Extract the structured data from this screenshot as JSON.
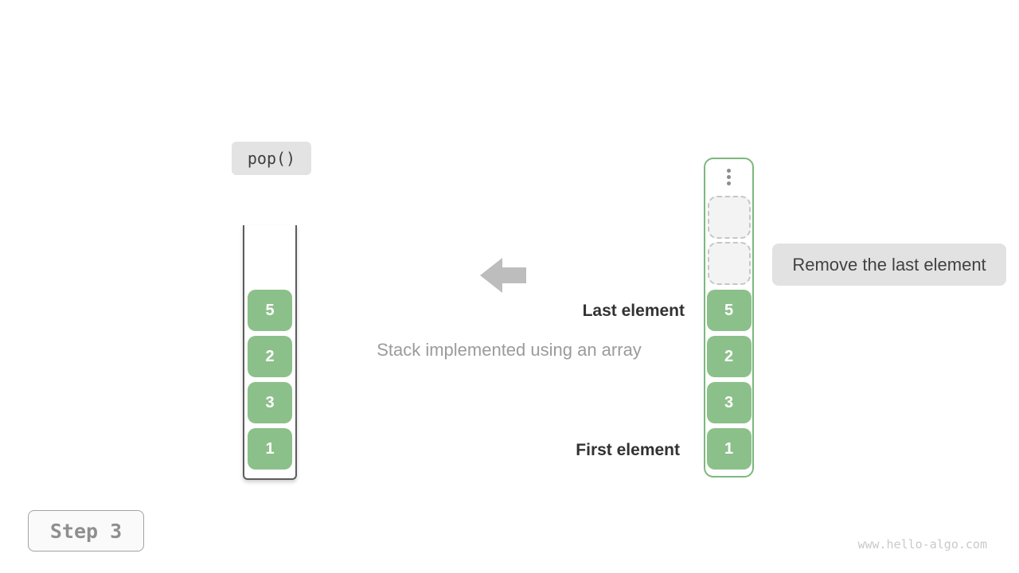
{
  "labels": {
    "operation": "pop()",
    "annotation": "Remove the last element",
    "last_element": "Last element",
    "first_element": "First element",
    "caption": "Stack implemented using an array",
    "step": "Step 3",
    "watermark": "www.hello-algo.com"
  },
  "stacks": {
    "left": {
      "values": [
        "5",
        "2",
        "3",
        "1"
      ]
    },
    "right": {
      "empty_slot_count": 2,
      "values": [
        "5",
        "2",
        "3",
        "1"
      ]
    }
  },
  "icons": {
    "arrow": "arrow-left-icon",
    "ellipsis": "vertical-ellipsis-icon"
  },
  "colors": {
    "element_green": "#8cc08a",
    "container_border_green": "#7cb87c",
    "badge_gray_bg": "#e3e3e3",
    "step_border_gray": "#a3a3a3",
    "dark_text": "#323232",
    "muted_text": "#9b9b9b",
    "arrow_gray": "#bdbdbd",
    "watermark_gray": "#c9c9c9",
    "empty_slot_bg": "#f3f3f3",
    "empty_slot_border": "#c6c6c6"
  }
}
